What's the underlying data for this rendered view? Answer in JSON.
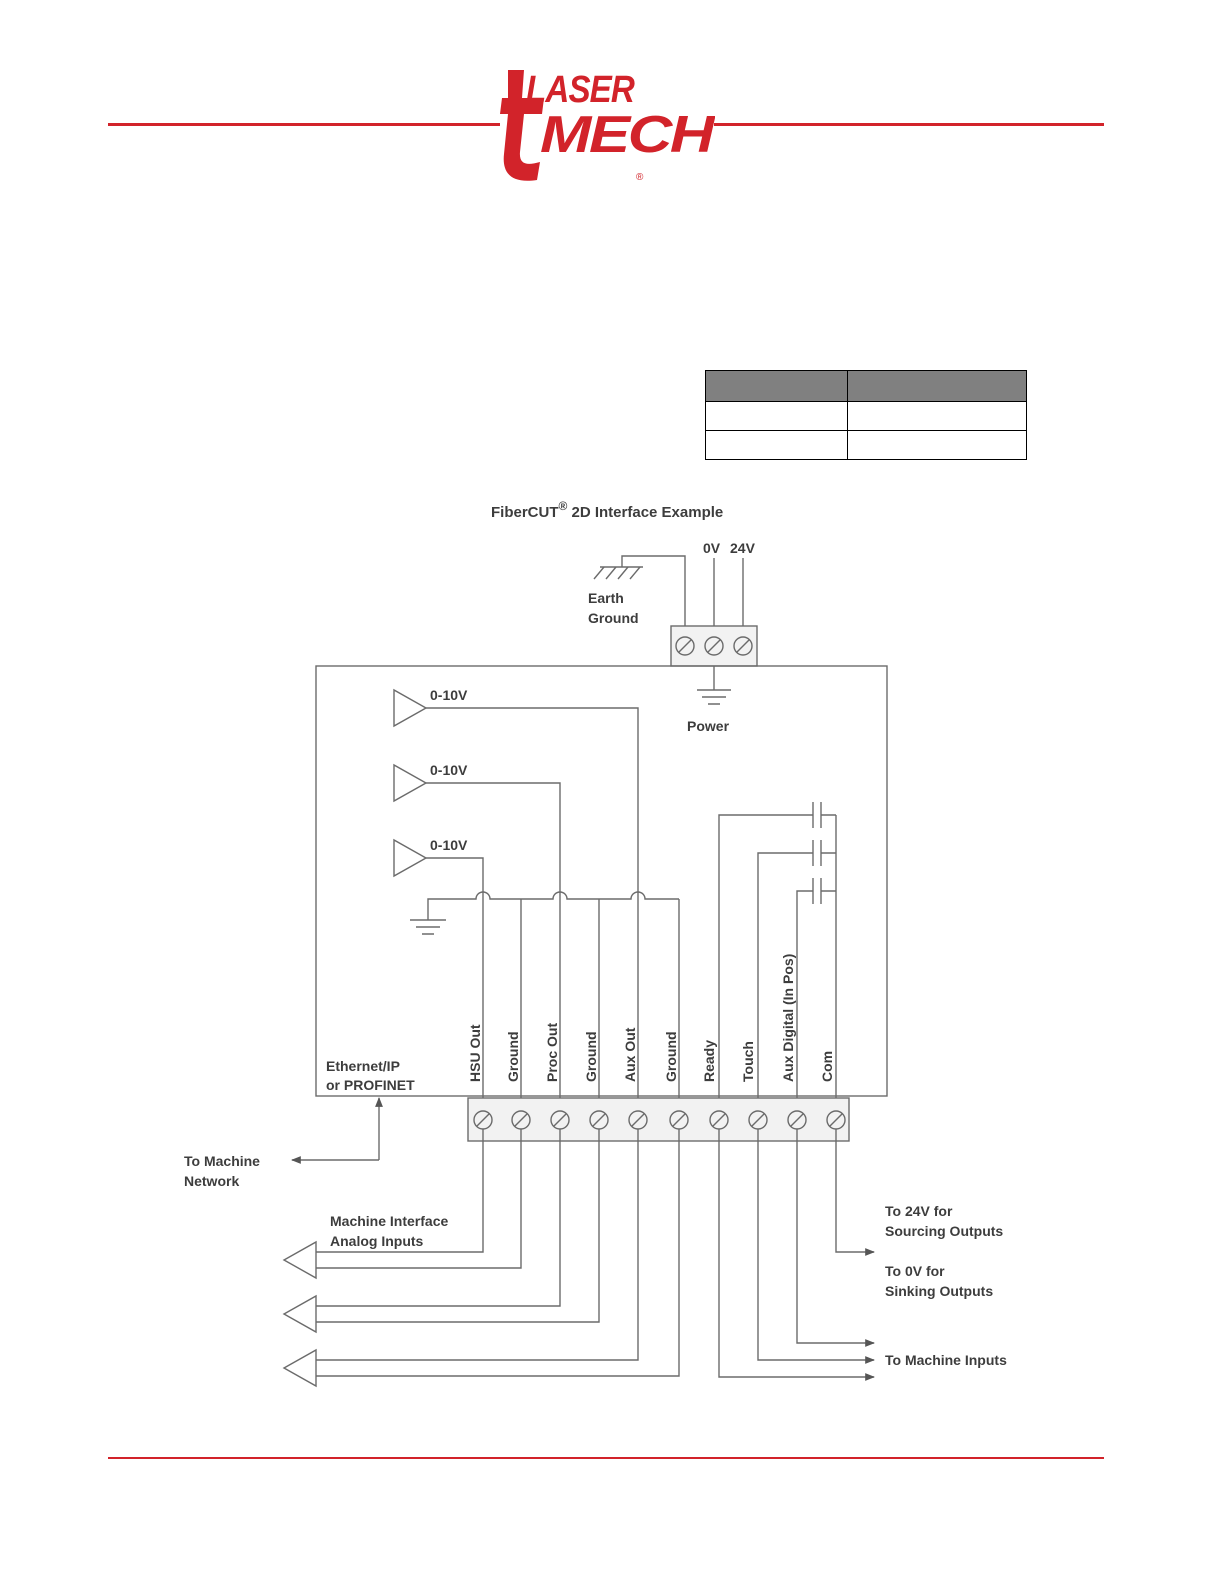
{
  "header": {
    "brand_color": "#d2232a",
    "logo_line1": "LASER",
    "logo_line2": "MECH",
    "logo_mark": "®"
  },
  "table": {
    "headers": [
      "",
      ""
    ],
    "rows": [
      [
        "",
        ""
      ],
      [
        "",
        ""
      ]
    ]
  },
  "diagram": {
    "title": "FiberCUT",
    "title_mark": "®",
    "title_rest": " 2D Interface Example",
    "power": {
      "supply_labels": [
        "0V",
        "24V"
      ],
      "earth_label_1": "Earth",
      "earth_label_2": "Ground",
      "power_label": "Power"
    },
    "analog_sources": [
      "0-10V",
      "0-10V",
      "0-10V"
    ],
    "terminals": [
      "HSU Out",
      "Ground",
      "Proc Out",
      "Ground",
      "Aux Out",
      "Ground",
      "Ready",
      "Touch",
      "Aux Digital (In Pos)",
      "Com"
    ],
    "network": {
      "label_1": "Ethernet/IP",
      "label_2": "or PROFINET",
      "dest_1": "To Machine",
      "dest_2": "Network"
    },
    "analog_dest_1": "Machine Interface",
    "analog_dest_2": "Analog Inputs",
    "com_dest": [
      "To 24V for",
      "Sourcing Outputs",
      "To 0V for",
      "Sinking Outputs"
    ],
    "inputs_dest": "To Machine Inputs"
  }
}
